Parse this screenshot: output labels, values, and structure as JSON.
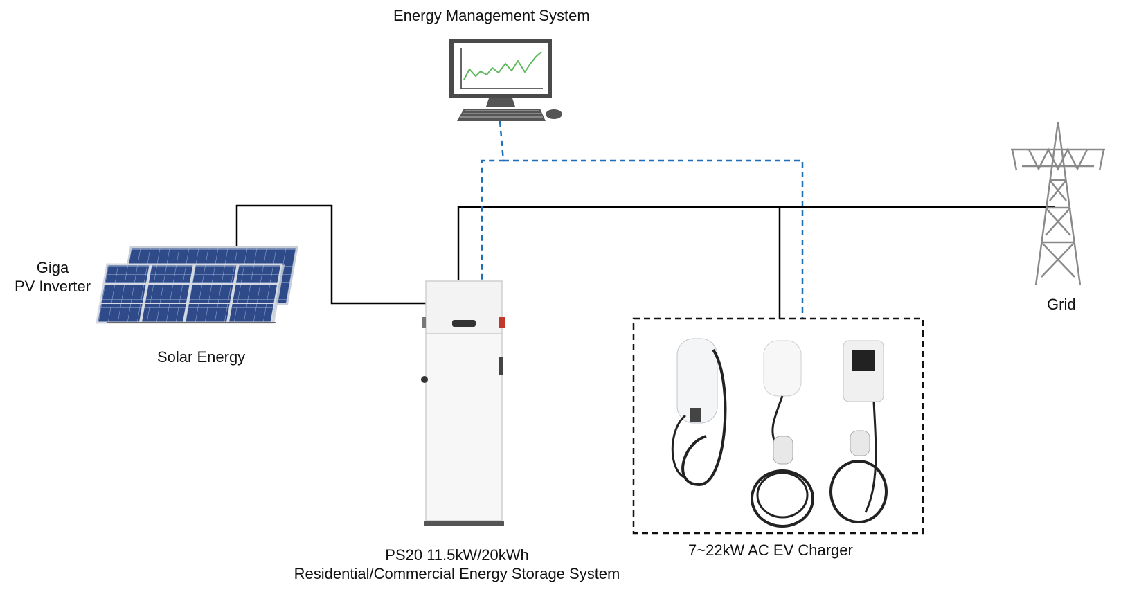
{
  "labels": {
    "ems": "Energy Management System",
    "inverter_line1": "Giga",
    "inverter_line2": "PV Inverter",
    "solar": "Solar Energy",
    "grid": "Grid",
    "storage_line1": "PS20 11.5kW/20kWh",
    "storage_line2": "Residential/Commercial Energy Storage System",
    "charger": "7~22kW AC EV Charger"
  },
  "colors": {
    "power_line": "#000000",
    "comm_line": "#1e6fb8",
    "chart_line": "#5cb85c",
    "panel": "#2d4a86",
    "tower": "#8a8a8a"
  },
  "icons": [
    "monitor-icon",
    "solar-panel-icon",
    "battery-storage-icon",
    "transmission-tower-icon",
    "ev-charger-icon"
  ]
}
